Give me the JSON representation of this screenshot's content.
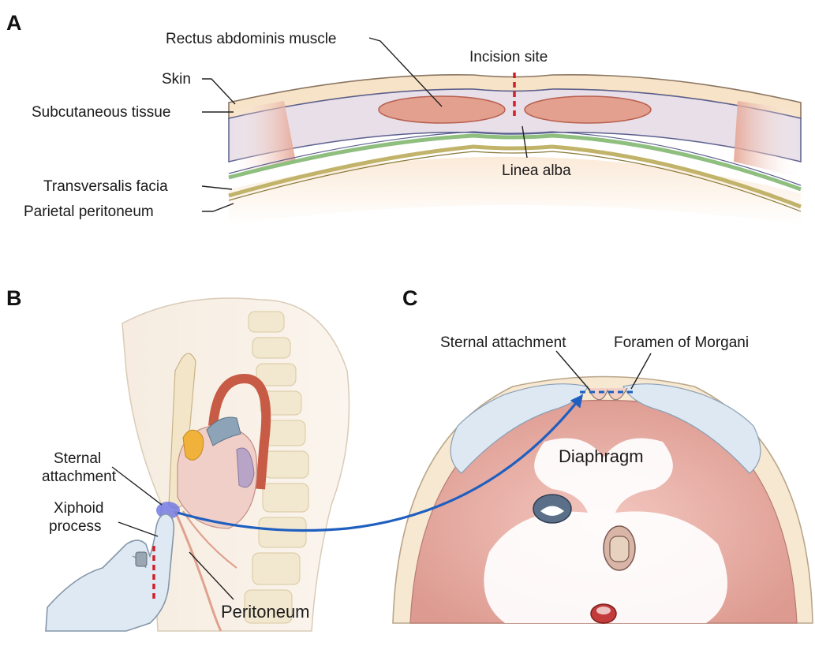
{
  "panels": {
    "a": "A",
    "b": "B",
    "c": "C"
  },
  "panel_a": {
    "rectus": "Rectus abdominis muscle",
    "incision": "Incision site",
    "skin": "Skin",
    "subcutaneous": "Subcutaneous tissue",
    "linea_alba": "Linea alba",
    "transversalis": "Transversalis facia",
    "peritoneum": "Parietal peritoneum"
  },
  "panel_b": {
    "sternal_line1": "Sternal",
    "sternal_line2": "attachment",
    "xiphoid_line1": "Xiphoid",
    "xiphoid_line2": "process",
    "peritoneum": "Peritoneum"
  },
  "panel_c": {
    "sternal": "Sternal attachment",
    "foramen": "Foramen of Morgani",
    "diaphragm": "Diaphragm"
  },
  "colors": {
    "incision_red": "#d0202a",
    "arrow_blue": "#1f5fbf",
    "muscle": "#e3a08f",
    "skin": "#f7e3c8",
    "fascia": "#8fbf7f"
  }
}
